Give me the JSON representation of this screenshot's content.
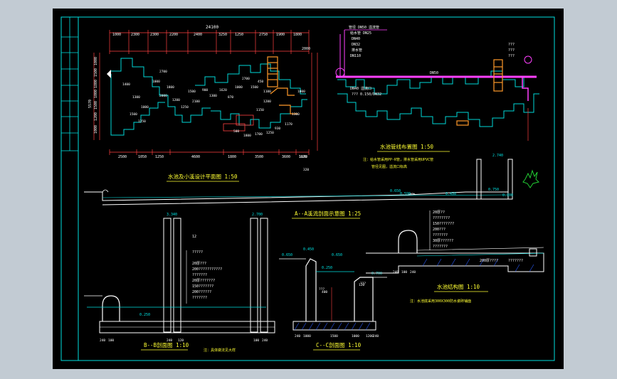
{
  "colors": {
    "background": "#c2cbd3",
    "sheet": "#000000",
    "frame": "#00e0e0",
    "plan_outline": "#00d8d8",
    "water": "#00e0e0",
    "structure": "#ffffff",
    "pipe": "#ff40ff",
    "dimension": "#ff4040",
    "note": "#ffff33",
    "rock": "#ff9a2a",
    "hatch": "#2a5cff",
    "plant": "#22cc33"
  },
  "titles": {
    "plan_pool": "水池及小溪设计平面图 1:50",
    "plan_pipe": "水池管线布置图 1:50",
    "section_aa": "A--A溪流剖面示意图 1:25",
    "section_bb": "B--B剖面图 1:10",
    "section_cc": "C--C剖面图 1:10",
    "detail_edge": "水池结构图 1:10"
  },
  "notes": {
    "pipe_note_1": "注：给水管采用PP-R管，排水管采用UPVC管",
    "pipe_note_2": "管径见图，溢流口标高",
    "bb_note": "注：具体做法见大样",
    "detail_note": "注：水池底采用300X300防水瓷砖铺面"
  },
  "top_dimensions": {
    "overall": "24100",
    "segments": [
      "1000",
      "2300",
      "2300",
      "2200",
      "2400",
      "3250",
      "1250",
      "2750",
      "1900",
      "1800",
      "2000"
    ]
  },
  "bottom_dimensions": [
    "2500",
    "1050",
    "1250",
    "4600",
    "1800",
    "3500",
    "3600",
    "1170"
  ],
  "left_dimensions": [
    "1000",
    "1500",
    "1800",
    "1000",
    "1500",
    "1200",
    "1000",
    "5570"
  ],
  "plan_labels": [
    "1400",
    "1300",
    "1000",
    "1500",
    "1250",
    "2700",
    "1000",
    "1800",
    "2000",
    "1200",
    "1250",
    "1500",
    "2100",
    "900",
    "1300",
    "1620",
    "870",
    "1000",
    "2700",
    "1500",
    "450",
    "1100",
    "1200",
    "1150",
    "500",
    "1800",
    "1700",
    "1250",
    "930",
    "1170",
    "1300",
    "1000",
    "3600",
    "320"
  ],
  "pipe_labels": [
    "管径 DN50 溢流管",
    "给水管 DN25",
    "DN40",
    "DN32",
    "排水管",
    "DN110",
    "DN40 溢流口",
    "??? 0.150/DN32",
    "???",
    "???",
    "???"
  ],
  "section_aa": {
    "levels": [
      "2.740",
      "0.650",
      "0.590",
      "0.450",
      "0.750",
      "0.300"
    ]
  },
  "section_bb": {
    "levels": [
      "3.340",
      "2.700",
      "0.250"
    ],
    "layers": [
      "12",
      "?????",
      "20厚???",
      "200???????????",
      "???????",
      "20厚???????",
      "150???????",
      "200??????",
      "???????"
    ],
    "dims": [
      "240",
      "100",
      "240",
      "120",
      "100",
      "240"
    ]
  },
  "section_cc": {
    "levels": [
      "0.650",
      "0.450",
      "0.650",
      "0.250",
      "0.700"
    ],
    "dims": [
      "240",
      "1000",
      "1500",
      "400",
      "120",
      "1000",
      "1200",
      "240"
    ],
    "layers": [
      "???",
      "???"
    ]
  },
  "detail_edge": {
    "layers": [
      "20厚??",
      "????????",
      "150???????",
      "200???",
      "???????",
      "30厚??????",
      "???????",
      "200厚????",
      "???????"
    ],
    "dims": [
      "240",
      "100",
      "240"
    ]
  }
}
